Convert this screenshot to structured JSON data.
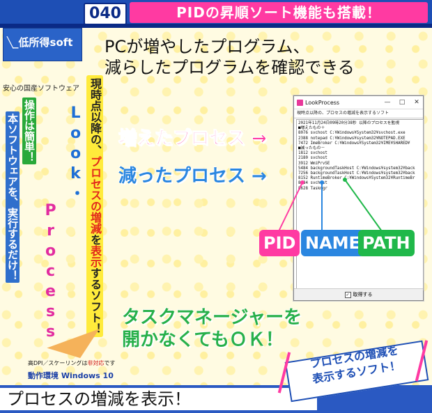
{
  "header": {
    "number": "040",
    "tagline": "PIDの昇順ソート機能も搭載！"
  },
  "logo": {
    "text": "低所得soft",
    "subtitle": "安心の国産ソフトウェア"
  },
  "headline": [
    "PCが増やしたプログラム、",
    "減らしたプログラムを確認できる"
  ],
  "left": {
    "easy": "操作は簡単！",
    "run": "本ソフトウェアを、実行するだけ！",
    "look": "Look",
    "dot": "・",
    "process": "Process",
    "desc_pre": "現時点以降の、",
    "desc_red": "プロセスの増減",
    "desc_mid": "を",
    "desc_red2": "表示",
    "desc_post": "するソフト！"
  },
  "dpi": {
    "pre": "高DPI／スケーリングは",
    "red": "非対応",
    "post": "です"
  },
  "env": "動作環境 Windows 10",
  "window": {
    "title": "LookProcess",
    "menu": "現時点以降の、プロセスの増減を表示するソフト",
    "lines": [
      "2021年11月24日09時20分38秒 以降のプロセスを監視",
      "■増えたもの＋",
      "8076 svchost C:¥Windows¥System32¥svchost.exe",
      "2388 notepad C:¥Windows¥system32¥NOTEPAD.EXE",
      "7472 ImeBroker C:¥Windows¥System32¥IME¥SHARED¥",
      "■減ったもの－",
      "1812 svchost",
      "2180 svchost",
      "3912 WmiPrvSE",
      "5484 backgroundTaskHost C:¥Windows¥system32¥back",
      "7256 backgroundTaskHost C:¥Windows¥system32¥back",
      "8152 RuntimeBroker C:¥Windows¥System32¥RuntimeBr",
      "8384 svchost",
      "8628 Taskmgr"
    ],
    "footer": "取得する",
    "check": "✓",
    "min": "—",
    "max": "□",
    "close": "✕"
  },
  "callouts": {
    "added": "増えたプロセス →",
    "removed": "減ったプロセス →",
    "pid": "PID",
    "name": "NAME",
    "path": "PATH"
  },
  "green_text": [
    "タスクマネージャーを",
    "開かなくてもＯＫ！"
  ],
  "bottom": "プロセスの増減を表示！",
  "banner": [
    "プロセスの増減を",
    "表示するソフト！"
  ],
  "colors": {
    "blue": "#1e4fb5",
    "pink": "#ff3aa2",
    "green": "#20b84a",
    "lightblue": "#2a86e0",
    "yellow": "#ffeb3b"
  }
}
